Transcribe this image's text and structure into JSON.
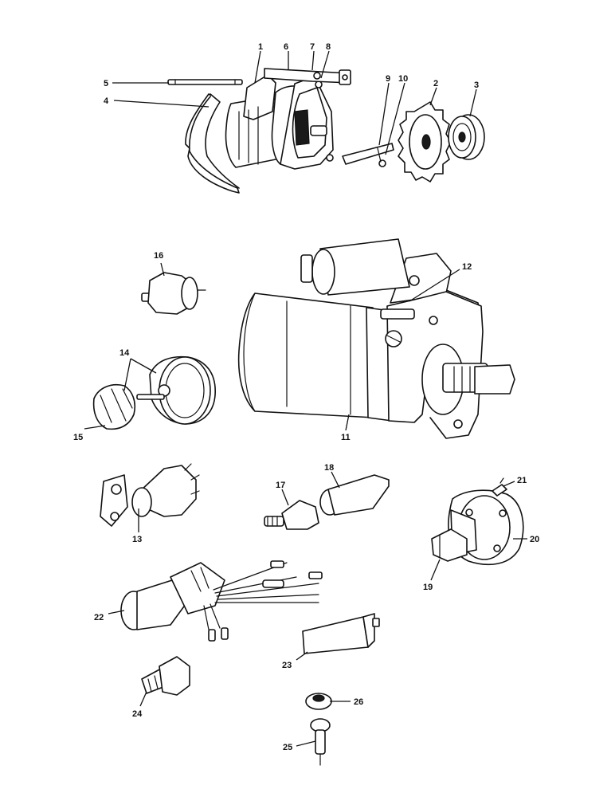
{
  "colors": {
    "ink": "#111111",
    "background": "#ffffff"
  },
  "callouts": {
    "c1": "1",
    "c2": "2",
    "c3": "3",
    "c4": "4",
    "c5": "5",
    "c6": "6",
    "c7": "7",
    "c8": "8",
    "c9": "9",
    "c10": "10",
    "c11": "11",
    "c12": "12",
    "c13": "13",
    "c14": "14",
    "c15": "15",
    "c16": "16",
    "c17": "17",
    "c18": "18",
    "c19": "19",
    "c20": "20",
    "c21": "21",
    "c22": "22",
    "c23": "23",
    "c24": "24",
    "c25": "25",
    "c26": "26"
  }
}
